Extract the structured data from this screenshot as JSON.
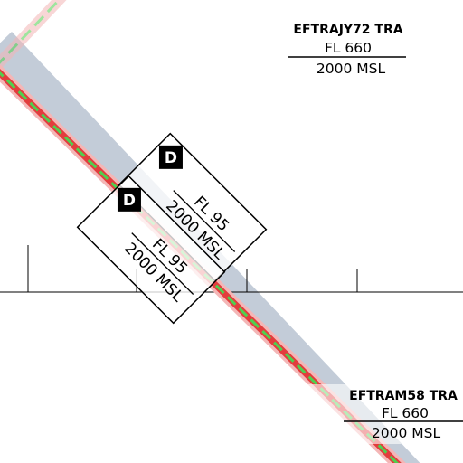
{
  "colors": {
    "background": "#ffffff",
    "corridor": "#c3ccd8",
    "route_outer": "#f4b6b6",
    "route_core": "#e23d3d",
    "route_dash": "#4fd04f",
    "text": "#000000"
  },
  "areas": [
    {
      "name": "EFTRAJY72 TRA",
      "upper": "FL 660",
      "lower": "2000 MSL"
    },
    {
      "name": "EFTRAM58 TRA",
      "upper": "FL 660",
      "lower": "2000 MSL"
    }
  ],
  "zones": [
    {
      "icon_letter": "D",
      "upper": "FL 95",
      "lower": "2000 MSL"
    },
    {
      "icon_letter": "D",
      "upper": "FL 95",
      "lower": "2000 MSL"
    }
  ],
  "icons": {
    "danger_area": "danger-area-d-icon"
  }
}
